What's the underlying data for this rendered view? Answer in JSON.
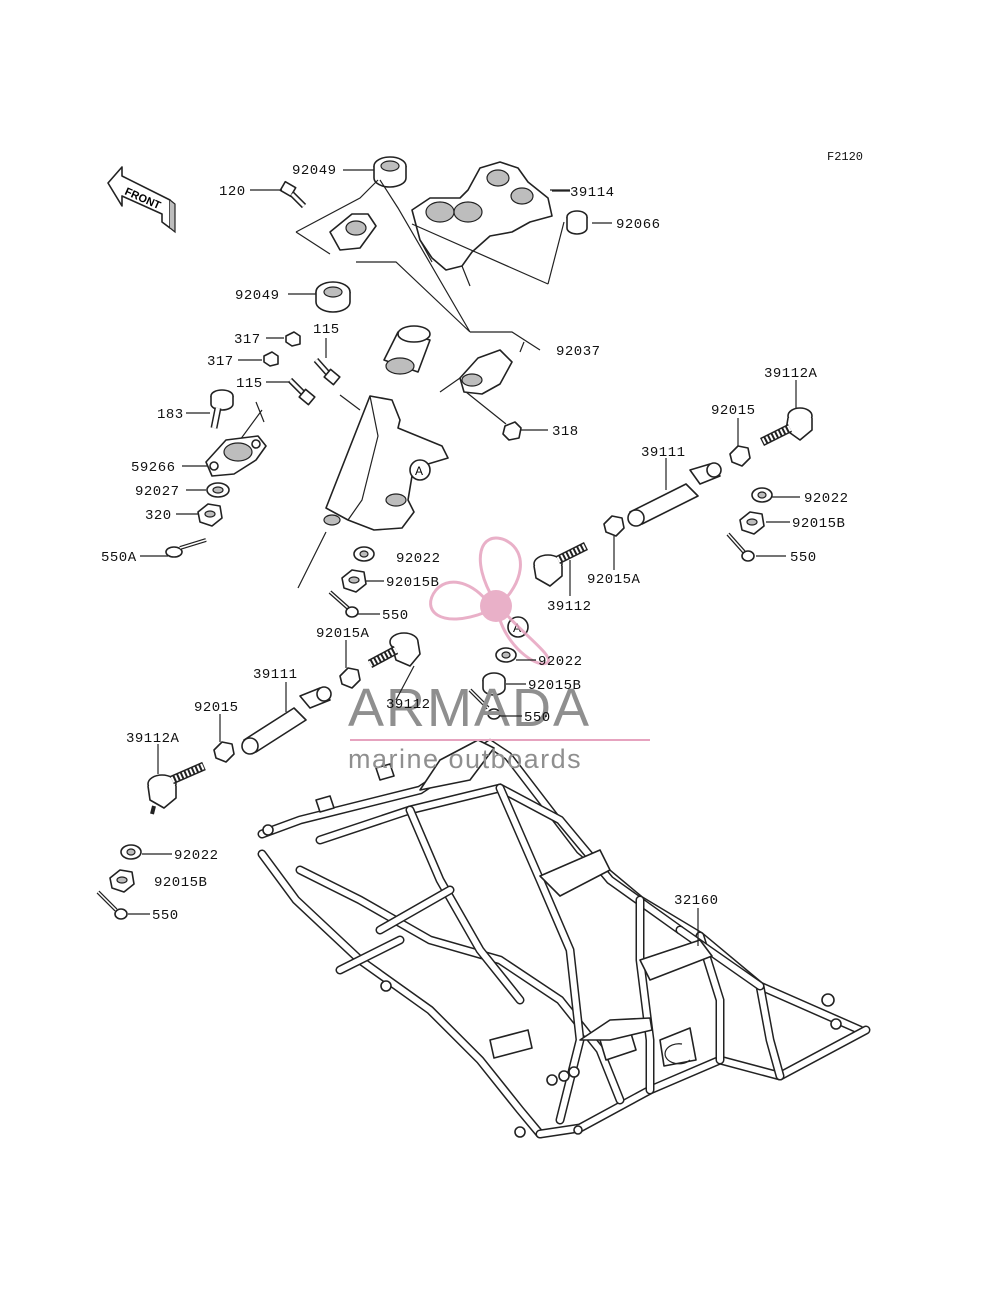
{
  "figure_ref": "F2120",
  "front_label": "FRONT",
  "marker_a": "A",
  "parts": {
    "p92049_top": "92049",
    "p120": "120",
    "p39114": "39114",
    "p92066": "92066",
    "p92049_bot": "92049",
    "p317_a": "317",
    "p115_a": "115",
    "p317_b": "317",
    "p92037": "92037",
    "p115_b": "115",
    "p183": "183",
    "p318": "318",
    "p59266": "59266",
    "p92027": "92027",
    "p320": "320",
    "p550A": "550A",
    "p39112A_r": "39112A",
    "p92015_r": "92015",
    "p39111_r": "39111",
    "p92022_r": "92022",
    "p92015B_r": "92015B",
    "p550_r": "550",
    "p92022_c": "92022",
    "p92015B_c": "92015B",
    "p550_c": "550",
    "p92015A_r": "92015A",
    "p39112_r": "39112",
    "p92015A_l": "92015A",
    "p39111_l": "39111",
    "p92015_l": "92015",
    "p39112_l": "39112",
    "p92022_m": "92022",
    "p92015B_m": "92015B",
    "p550_m": "550",
    "p39112A_l": "39112A",
    "p92022_bl": "92022",
    "p92015B_bl": "92015B",
    "p550_bl": "550",
    "p32160": "32160"
  },
  "watermark": {
    "brand": "ARMADA",
    "tagline": "marine outboards",
    "logo_color": "#e6a3bf",
    "rule_color": "#e6a3bf"
  }
}
